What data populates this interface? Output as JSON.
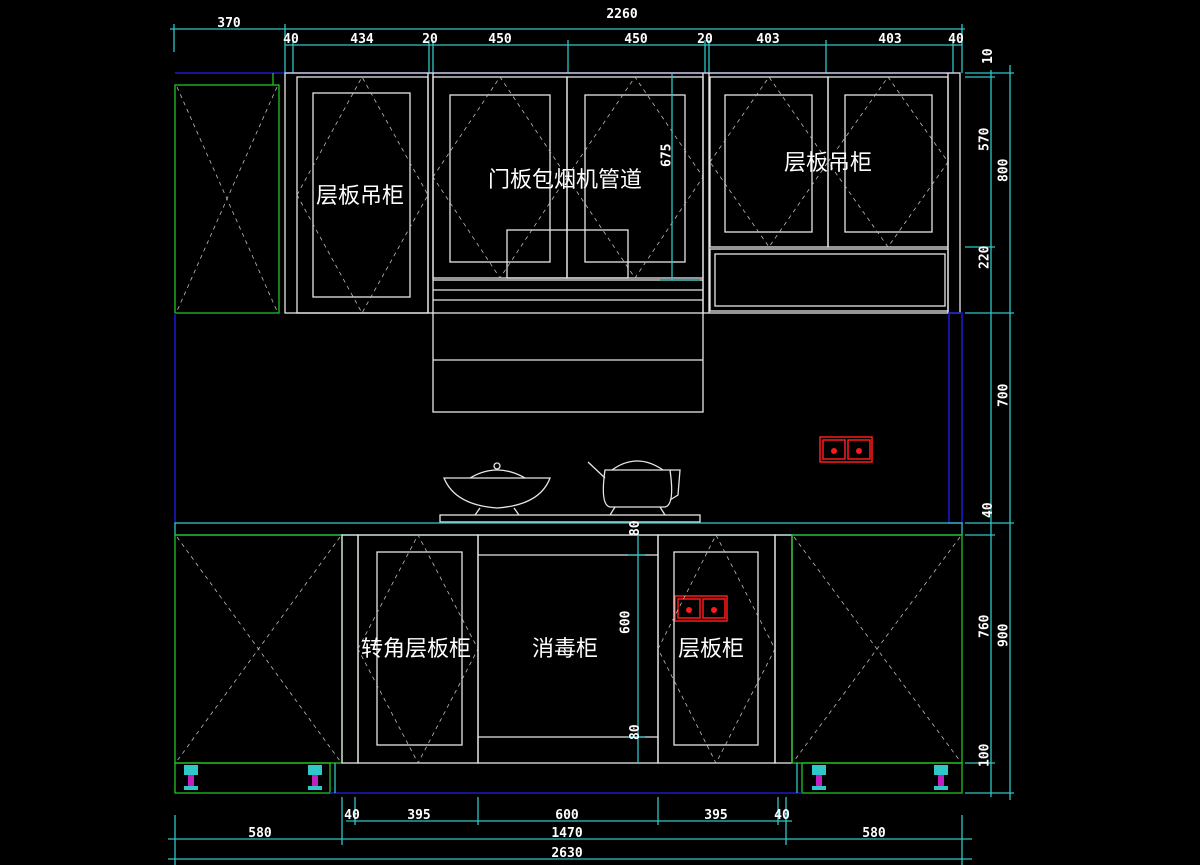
{
  "labels": {
    "upper_left": "层板吊柜",
    "hood": "门板包烟机管道",
    "upper_right": "层板吊柜",
    "corner": "转角层板柜",
    "sterilizer": "消毒柜",
    "lower_right": "层板柜"
  },
  "dims": {
    "top_overall": "2260",
    "top_left": "370",
    "top": [
      "40",
      "434",
      "20",
      "450",
      "450",
      "20",
      "403",
      "403",
      "40"
    ],
    "hood_height": "675",
    "right_inner": [
      "10",
      "570",
      "220",
      "700",
      "40",
      "760",
      "100"
    ],
    "right_outer": [
      "800",
      "900"
    ],
    "steri_top": "80",
    "steri_mid": "600",
    "steri_bot": "80",
    "bottom_inner": [
      "40",
      "395",
      "600",
      "395",
      "40"
    ],
    "bottom_mid": [
      "580",
      "1470",
      "580"
    ],
    "bottom_overall": "2630"
  },
  "colors": {
    "dimension": "#2fc7c7",
    "outline": "#e6e6e6",
    "green": "#22c322",
    "blue": "#1a1ac8",
    "socket": "#ff1a1a"
  }
}
